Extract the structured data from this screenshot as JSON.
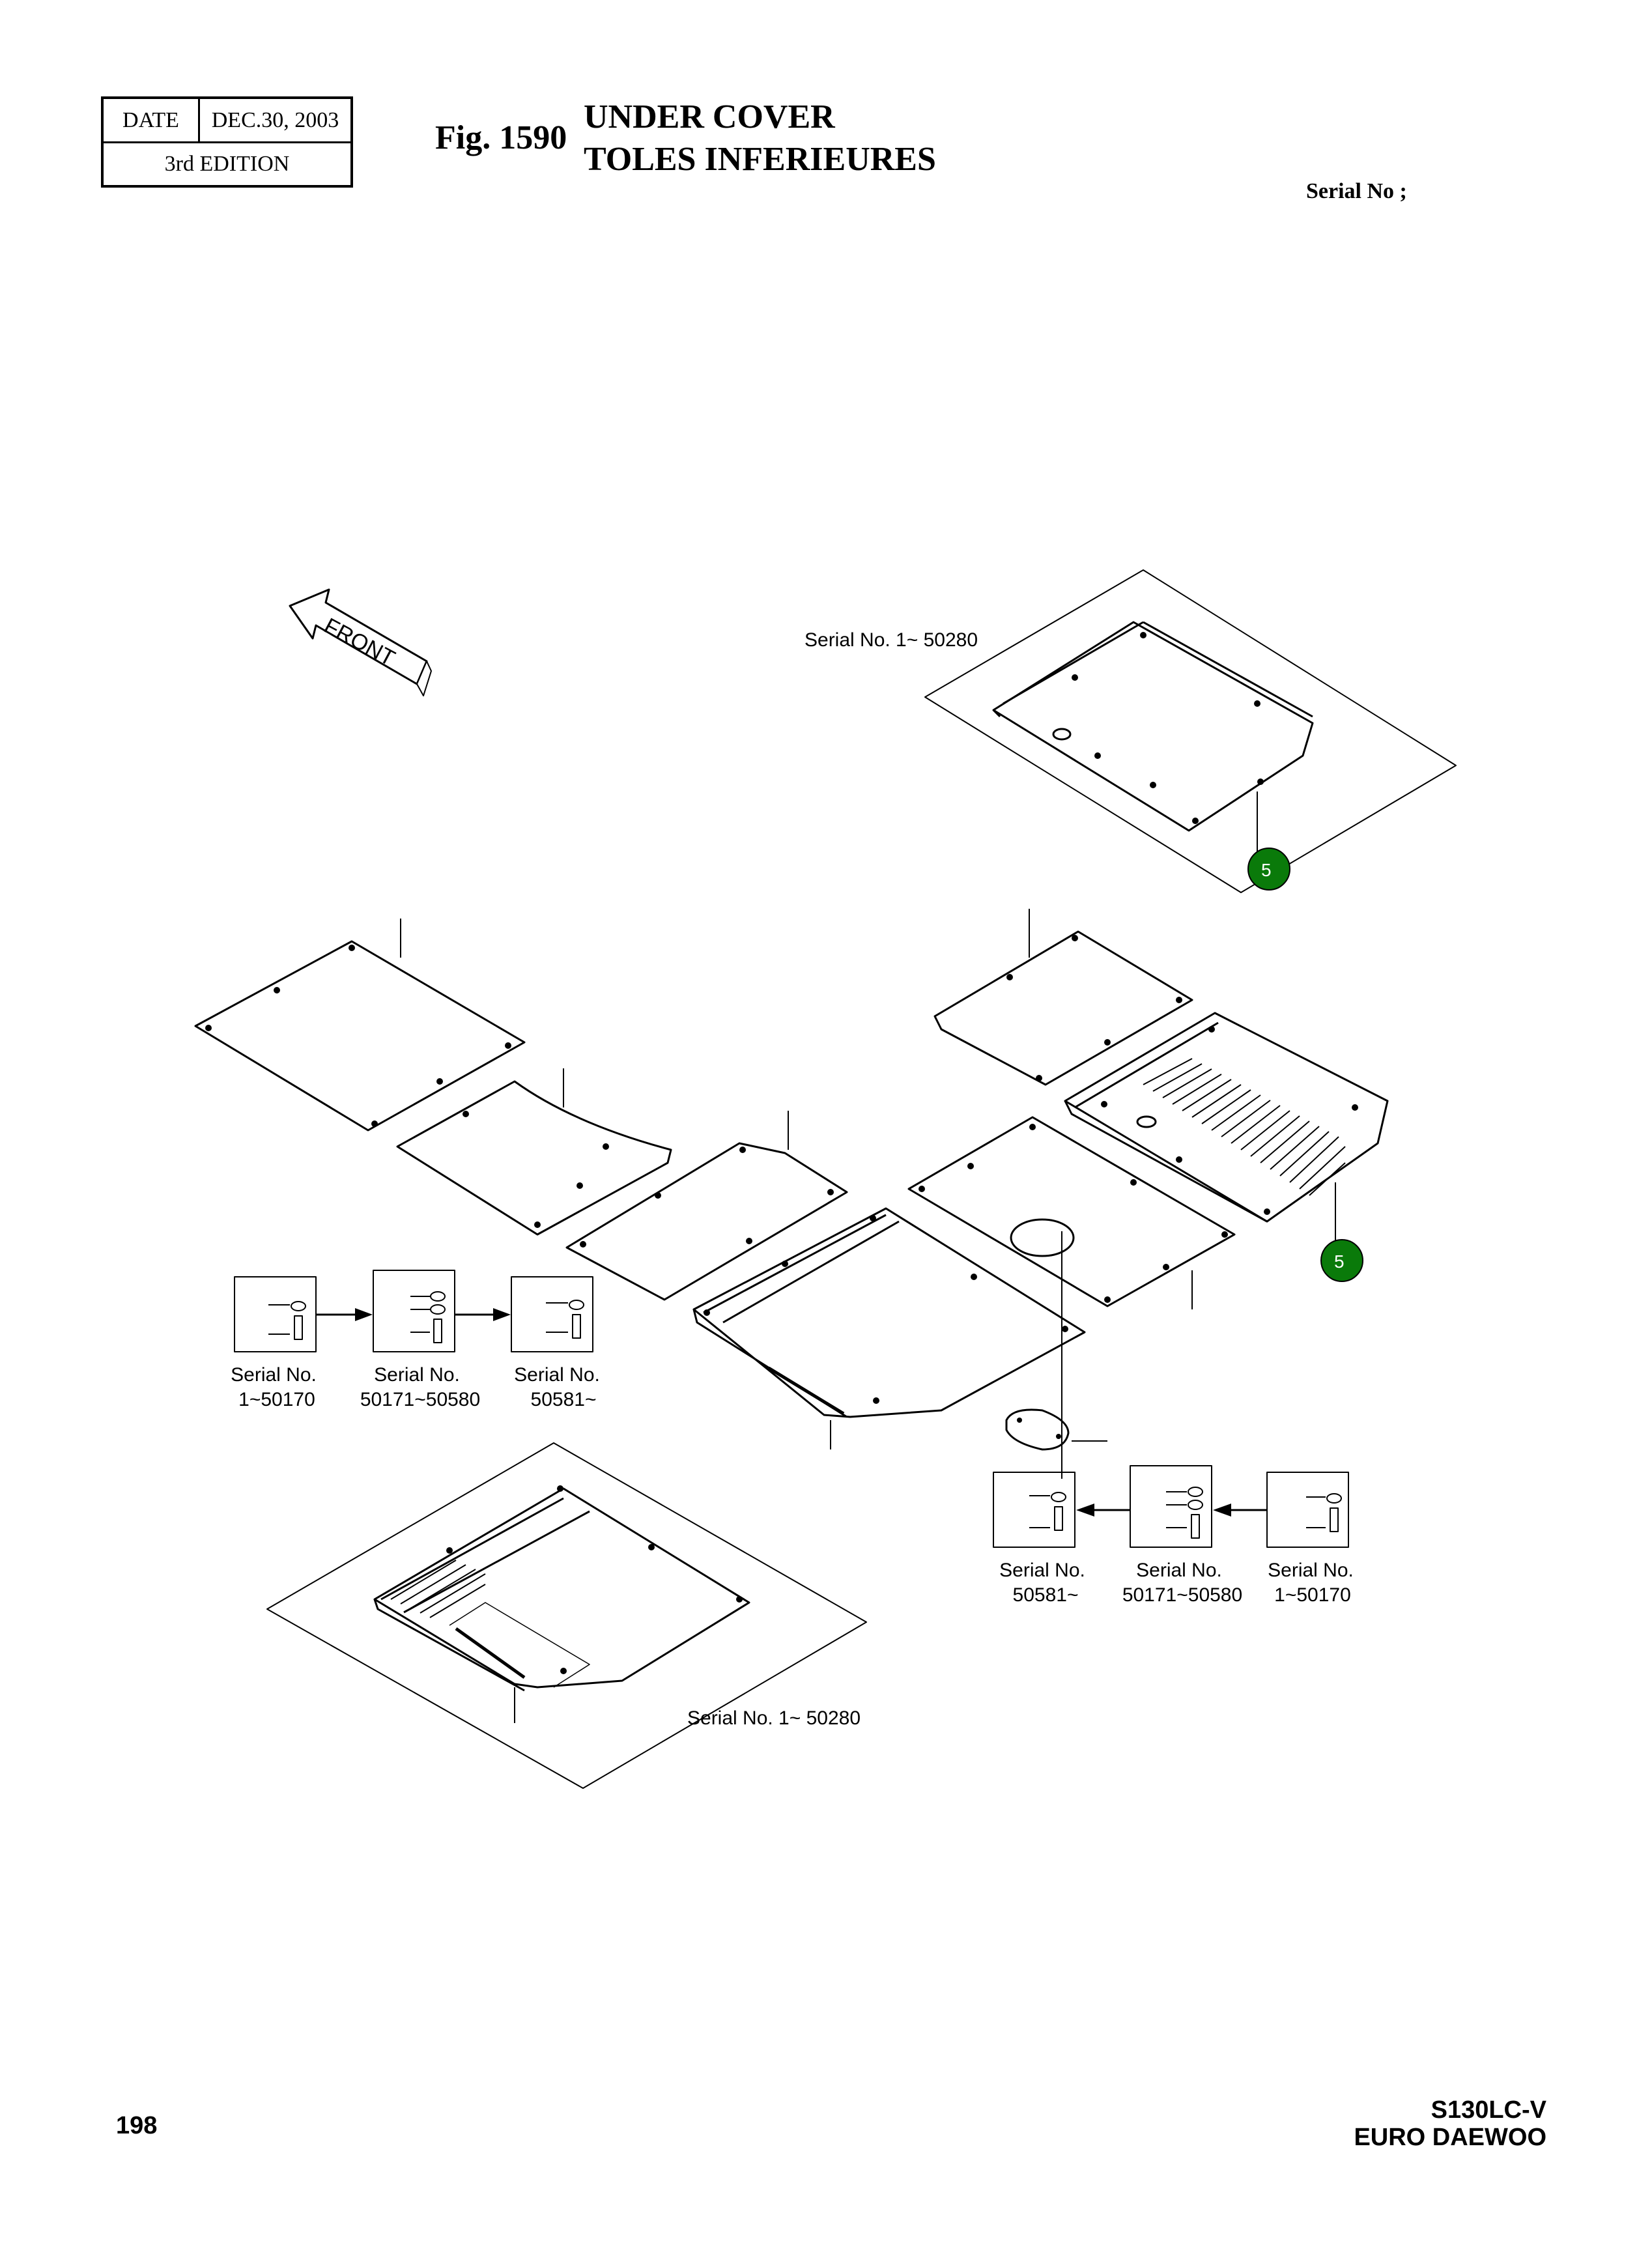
{
  "header": {
    "date_label": "DATE",
    "date_value": "DEC.30, 2003",
    "edition": "3rd  EDITION",
    "fig_label": "Fig. 1590",
    "title_en": "UNDER COVER",
    "title_fr": "TOLES INFERIEURES",
    "serial_label": "Serial No ;"
  },
  "drawing": {
    "front_label": "FRONT",
    "serial_top": "Serial No. 1~ 50280",
    "serial_bottom": "Serial No. 1~ 50280",
    "callouts": [
      "5",
      "5"
    ],
    "callout_color": "#0a7a0a",
    "left_inset_labels": [
      {
        "line1": "Serial No.",
        "line2": "1~50170"
      },
      {
        "line1": "Serial No.",
        "line2": "50171~50580"
      },
      {
        "line1": "Serial No.",
        "line2": "50581~"
      }
    ],
    "right_inset_labels": [
      {
        "line1": "Serial No.",
        "line2": "50581~"
      },
      {
        "line1": "Serial No.",
        "line2": "50171~50580"
      },
      {
        "line1": "Serial No.",
        "line2": "1~50170"
      }
    ]
  },
  "footer": {
    "page_number": "198",
    "model_line1": "S130LC-V",
    "model_line2": "EURO DAEWOO"
  }
}
